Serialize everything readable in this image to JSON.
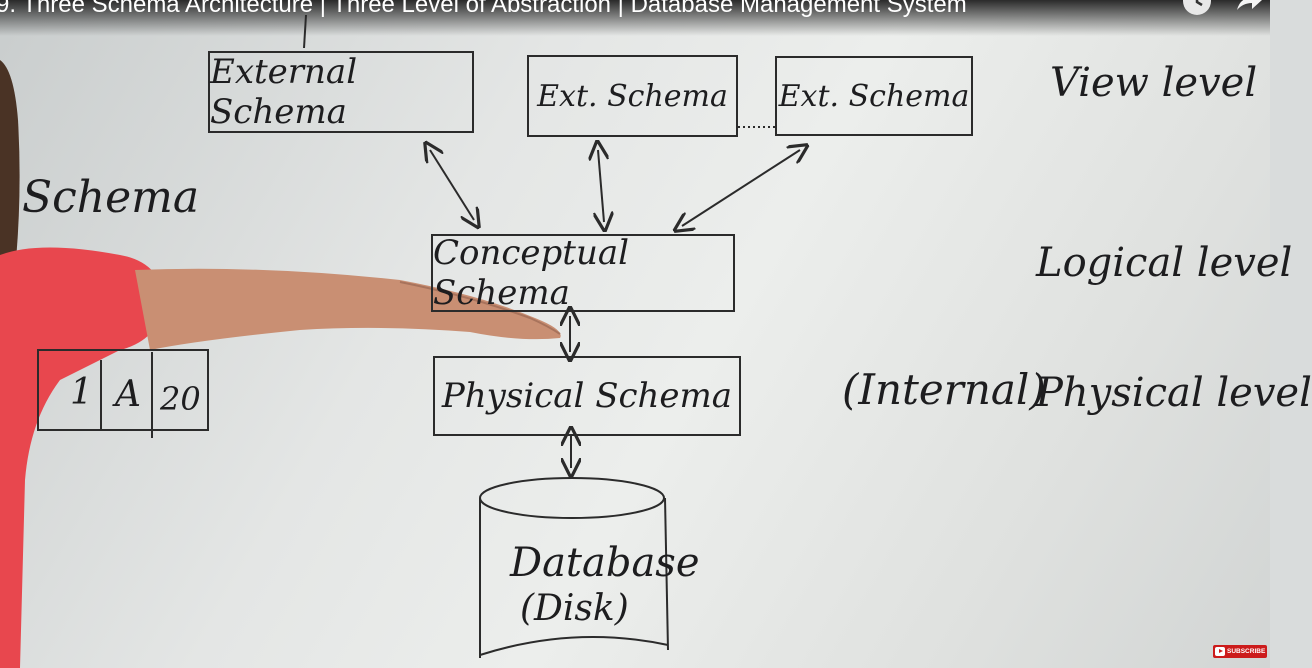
{
  "video": {
    "title": "9. Three Schema Architecture | Three Level of Abstraction | Database Management System",
    "subscribe_label": "SUBSCRIBE"
  },
  "board": {
    "external_schema": "External Schema",
    "ext_schema_2": "Ext. Schema",
    "ext_schema_3": "Ext. Schema",
    "conceptual_schema": "Conceptual Schema",
    "physical_schema": "Physical Schema",
    "database_line1": "Database",
    "database_line2": "(Disk)",
    "view_level": "View level",
    "logical_level": "Logical level",
    "internal": "(Internal)",
    "physical_level": "Physical level",
    "schema_side": "Schema",
    "table_cells": [
      "1",
      "A",
      "20"
    ]
  },
  "colors": {
    "marker": "#1d1d1f",
    "shirt": "#e8474e",
    "skin": "#c98f73",
    "subscribe": "#cc1b1b"
  }
}
